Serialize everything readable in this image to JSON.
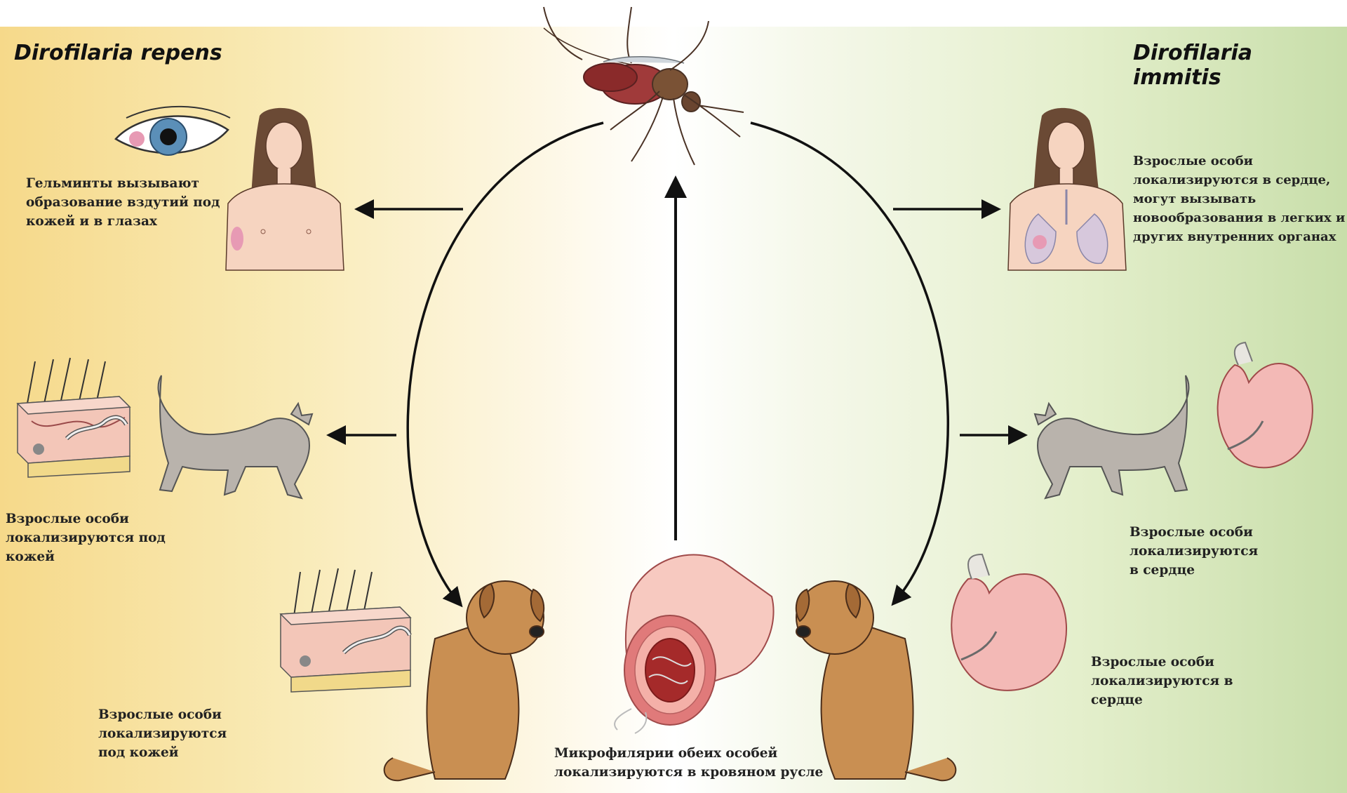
{
  "left_title": "Dirofilaria repens",
  "right_title": "Dirofilaria immitis",
  "captions": {
    "repens_human": "Гельминты вызывают\nобразование вздутий под\nкожей и в глазах",
    "repens_cat": "Взрослые особи\nлокализируются под\nкожей",
    "repens_dog": "Взрослые особи\nлокализируются\nпод кожей",
    "immitis_human": "Взрослые особи\nлокализируются  в сердце,\nмогут вызывать\nновообразования в легких и\nдругих внутренних органах",
    "immitis_cat": "Взрослые особи\nлокализируются\n в сердце",
    "immitis_dog": "Взрослые особи\nлокализируются в\nсердце",
    "blood": "Микрофилярии обеих особей\nлокализируются в кровяном русле"
  },
  "colors": {
    "left_bg": "#f6d98a",
    "right_bg": "#c8deaa",
    "dog": "#c98f52",
    "cat": "#b9b3ac",
    "skin": "#f6d4c0"
  }
}
